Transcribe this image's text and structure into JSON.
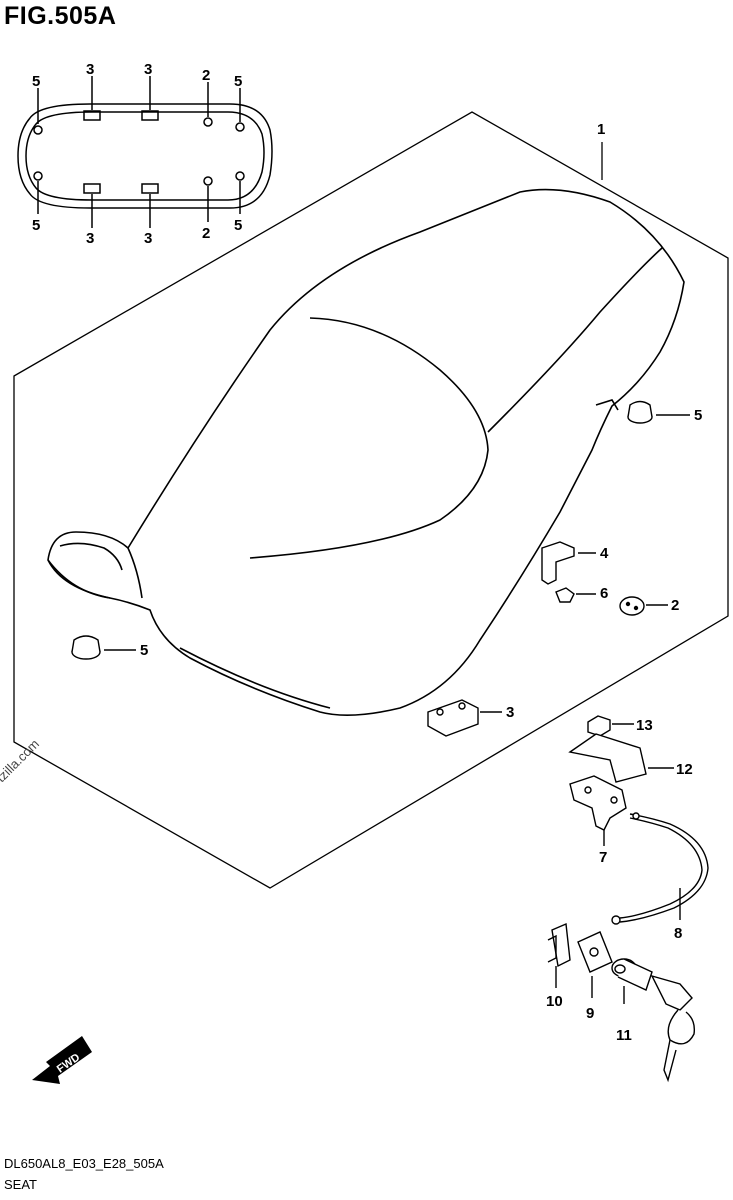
{
  "figure": {
    "title": "FIG.505A",
    "drawing_code": "DL650AL8_E03_E28_505A",
    "subtitle": "SEAT",
    "watermark": "© Partzilla.com",
    "fwd_label": "FWD"
  },
  "callouts": {
    "c1": "1",
    "c2": "2",
    "c2b": "2",
    "c2c": "2",
    "c3a": "3",
    "c3b": "3",
    "c3c": "3",
    "c3d": "3",
    "c3e": "3",
    "c4": "4",
    "c5a": "5",
    "c5b": "5",
    "c5c": "5",
    "c5d": "5",
    "c5e": "5",
    "c5f": "5",
    "c6": "6",
    "c7": "7",
    "c8": "8",
    "c9": "9",
    "c10": "10",
    "c11": "11",
    "c12": "12",
    "c13": "13"
  }
}
